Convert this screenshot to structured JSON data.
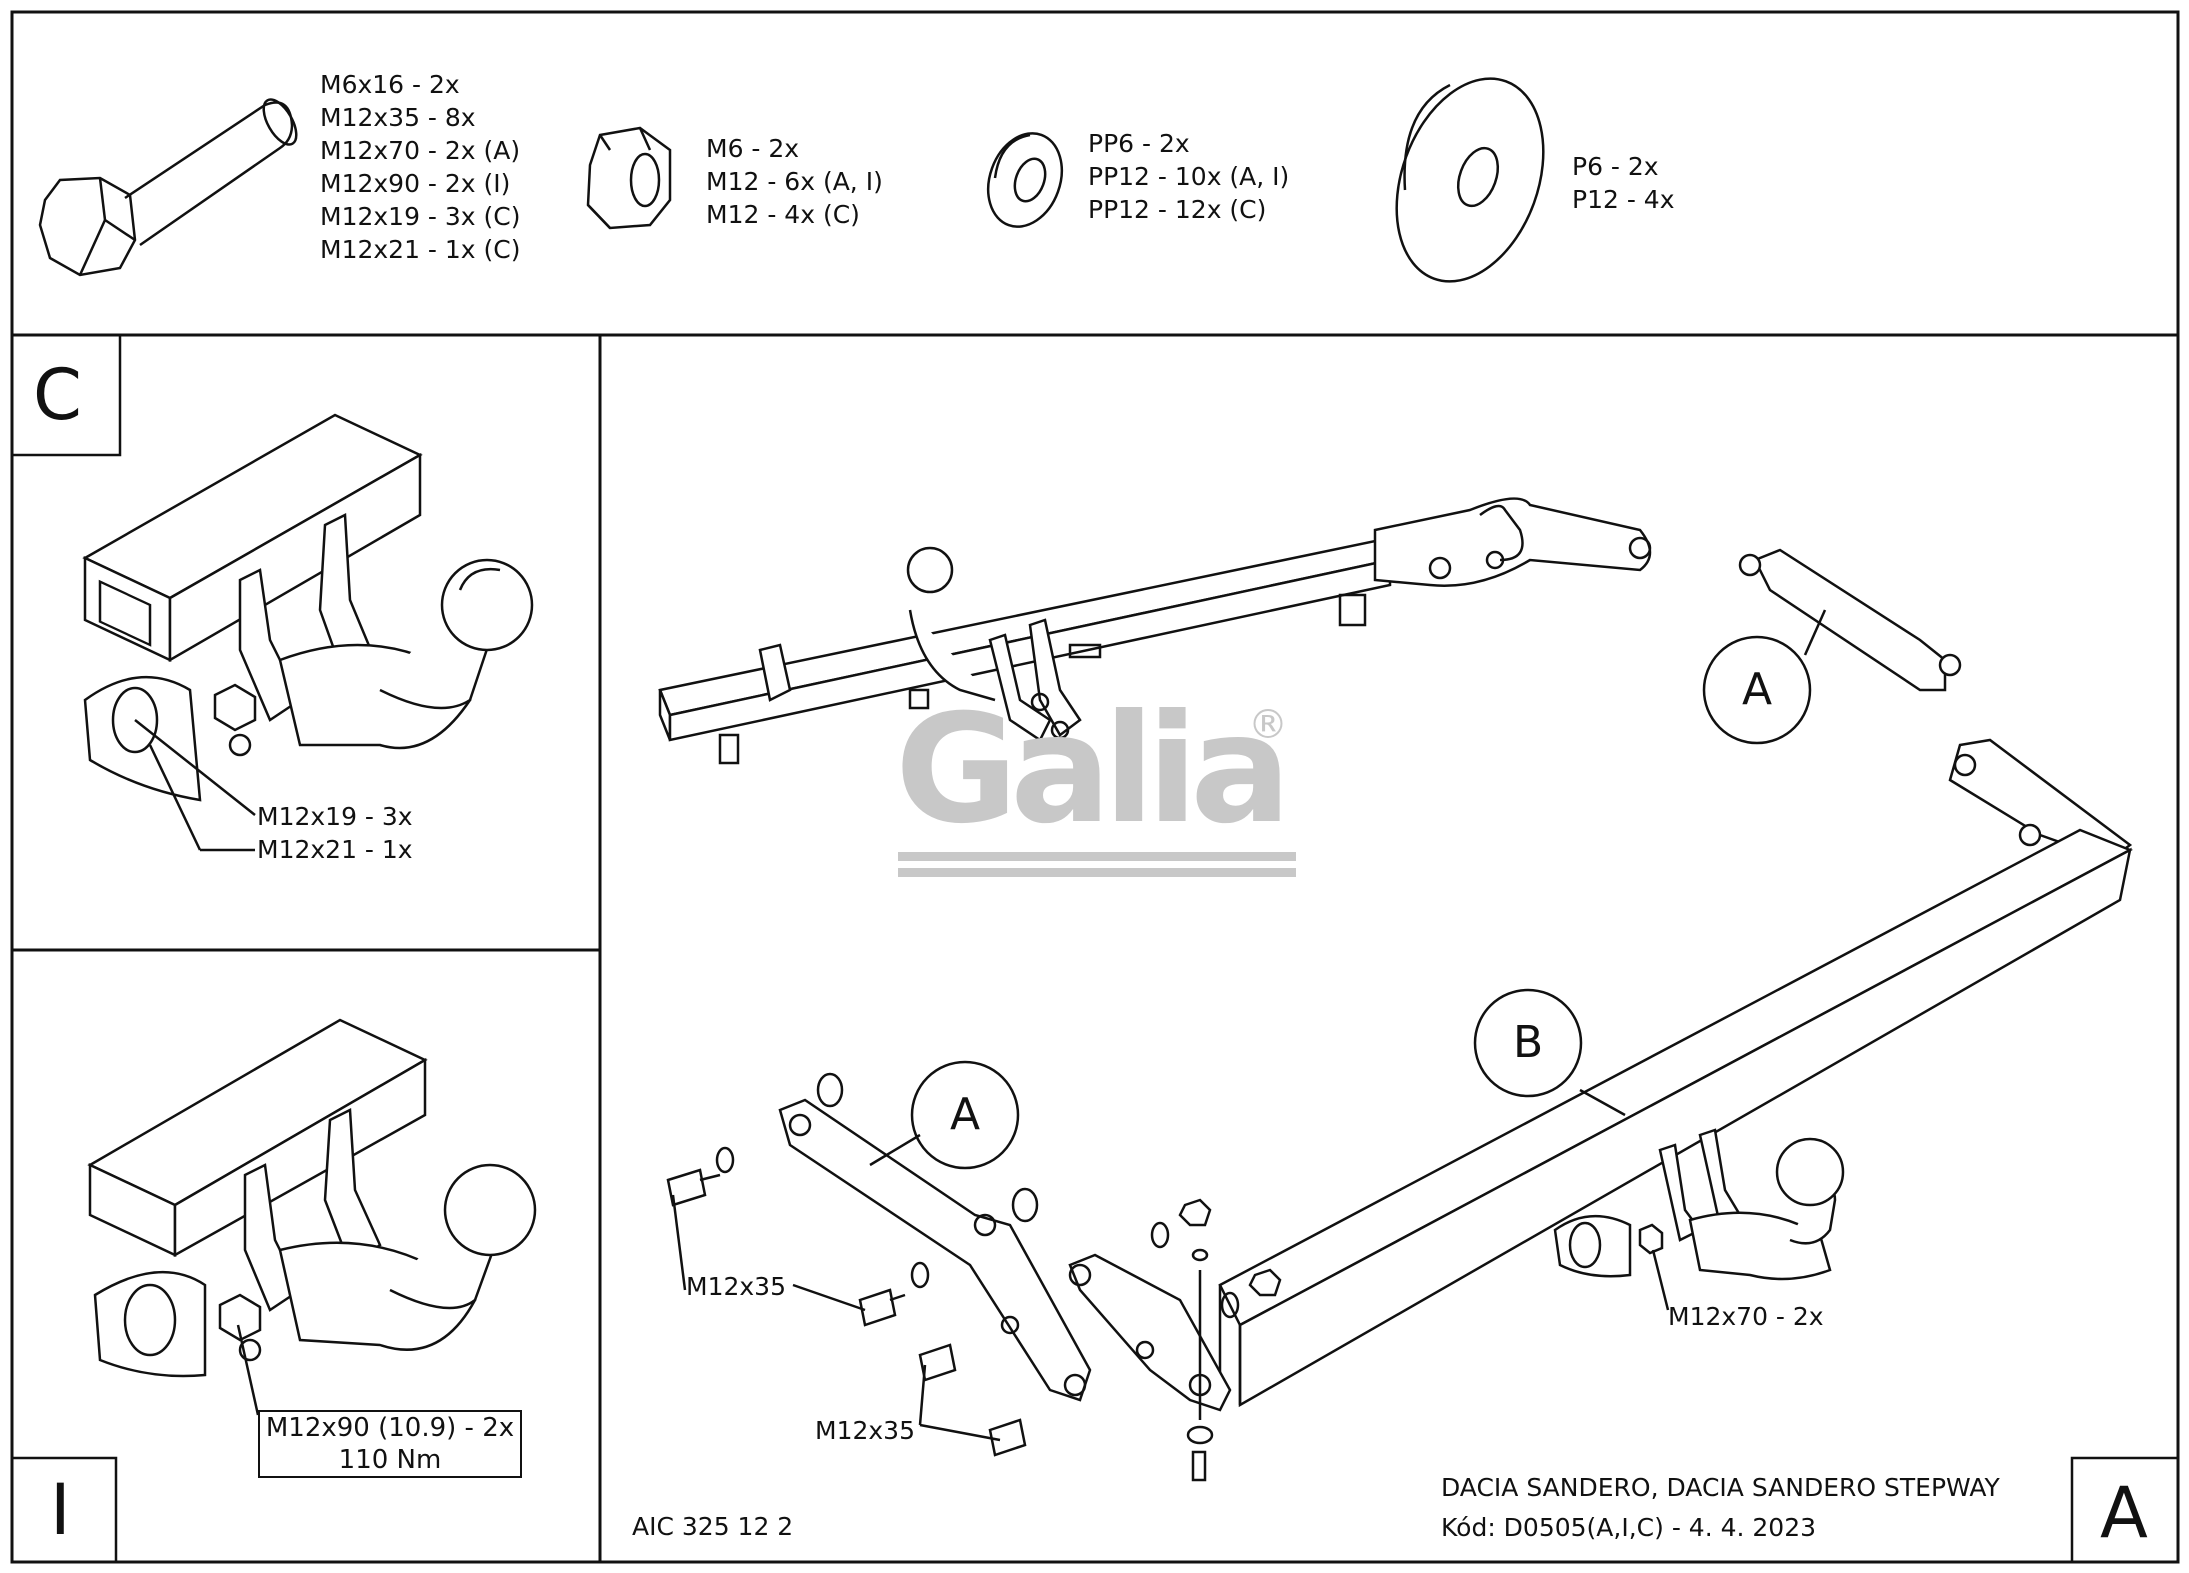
{
  "parts": {
    "bolts": [
      "M6x16 - 2x",
      "M12x35 - 8x",
      "M12x70 - 2x (A)",
      "M12x90 - 2x (I)",
      "M12x19 - 3x (C)",
      "M12x21 - 1x (C)"
    ],
    "nuts": [
      "M6 - 2x",
      "M12 - 6x (A, I)",
      "M12 - 4x (C)"
    ],
    "spring_washers": [
      "PP6 - 2x",
      "PP12 - 10x (A, I)",
      "PP12 - 12x (C)"
    ],
    "flat_washers": [
      "P6 - 2x",
      "P12 - 4x"
    ]
  },
  "panel_c": {
    "letter": "C",
    "labels": [
      "M12x19 - 3x",
      "M12x21 - 1x"
    ]
  },
  "panel_i": {
    "letter": "I",
    "spec_line1": "M12x90 (10.9) - 2x",
    "spec_line2": "110 Nm"
  },
  "main": {
    "callout_a_top": "A",
    "callout_a_left": "A",
    "callout_b": "B",
    "label_m12x35_1": "M12x35",
    "label_m12x35_2": "M12x35",
    "label_m12x70": "M12x70 - 2x",
    "logo_text": "Galia",
    "logo_reg": "®"
  },
  "footer": {
    "code": "AIC 325 12 2",
    "vehicle": "DACIA SANDERO, DACIA SANDERO STEPWAY",
    "kod": "Kód: D0505(A,I,C) - 4. 4. 2023",
    "panel_a_letter": "A"
  }
}
